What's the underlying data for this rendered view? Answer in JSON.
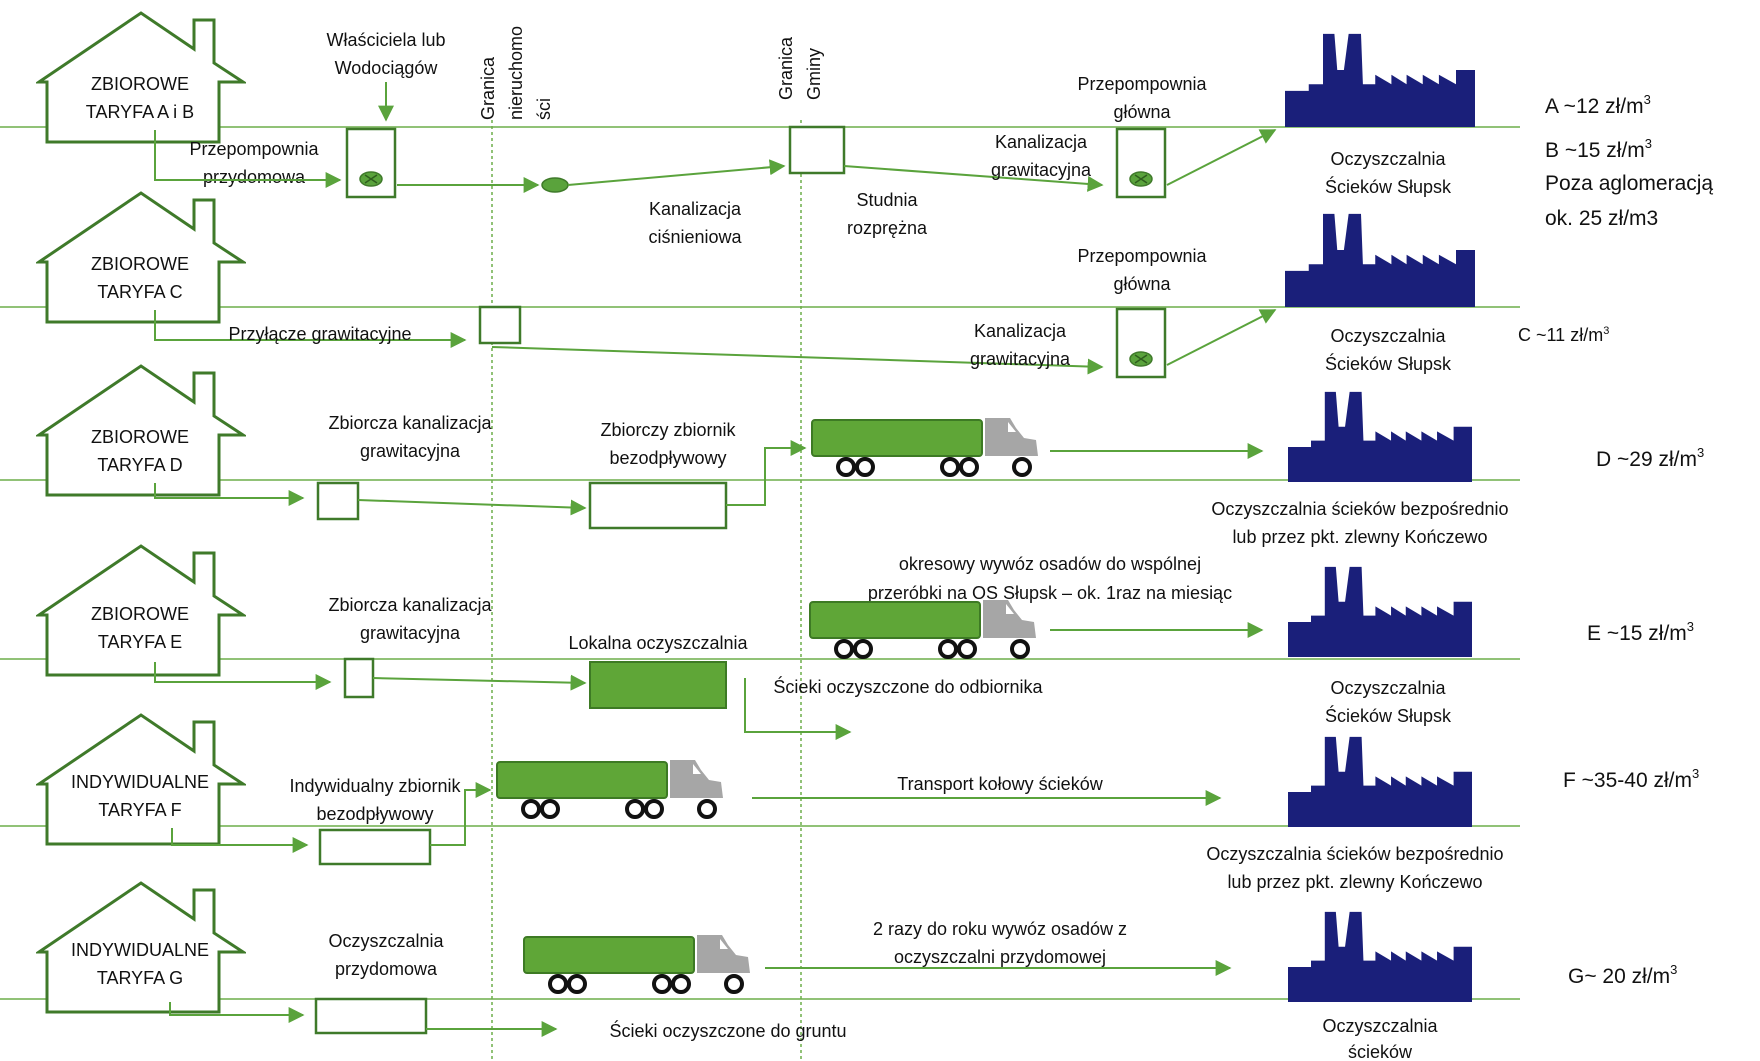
{
  "colors": {
    "green": "#5aa33c",
    "dark_green": "#3f7a2a",
    "truck_body": "#5fa637",
    "truck_cab": "#a6a6a6",
    "factory": "#1a1f7a",
    "line": "#6dad4a"
  },
  "icons": [
    "house-icon",
    "pump-station-icon",
    "truck-icon",
    "factory-icon"
  ],
  "boundaries": {
    "property": [
      "Granica",
      "nieruchomo",
      "ści"
    ],
    "municipality": [
      "Granica",
      "Gminy"
    ]
  },
  "rows": {
    "ab": {
      "house": [
        "ZBIOROWE",
        "TARYFA A i B"
      ],
      "owner_label": [
        "Właściciela lub",
        "Wodociągów"
      ],
      "home_pump": [
        "Przepompownia",
        "przydomowa"
      ],
      "pressure_sewer": [
        "Kanalizacja",
        "ciśnieniowa"
      ],
      "relief_well": [
        "Studnia",
        "rozprężna"
      ],
      "gravity_sewer": [
        "Kanalizacja",
        "grawitacyjna"
      ],
      "main_pump": [
        "Przepompownia",
        "główna"
      ],
      "plant": [
        "Oczyszczalnia",
        "Ścieków Słupsk"
      ],
      "price_a": "A ~12 zł/m",
      "price_b": "B ~15 zł/m",
      "price_outside": [
        "Poza aglomeracją",
        "ok. 25 zł/m3"
      ]
    },
    "c": {
      "house": [
        "ZBIOROWE",
        "TARYFA C"
      ],
      "connection": "Przyłącze grawitacyjne",
      "main_pump": [
        "Przepompownia",
        "główna"
      ],
      "gravity_sewer": [
        "Kanalizacja",
        "grawitacyjna"
      ],
      "plant": [
        "Oczyszczalnia",
        "Ścieków Słupsk"
      ],
      "price": "C ~11 zł/m"
    },
    "d": {
      "house": [
        "ZBIOROWE",
        "TARYFA D"
      ],
      "collective_sewer": [
        "Zbiorcza kanalizacja",
        "grawitacyjna"
      ],
      "tank": [
        "Zbiorczy zbiornik",
        "bezodpływowy"
      ],
      "plant": [
        "Oczyszczalnia ścieków bezpośrednio",
        "lub przez pkt. zlewny Kończewo"
      ],
      "price": "D ~29  zł/m"
    },
    "e": {
      "house": [
        "ZBIOROWE",
        "TARYFA E"
      ],
      "collective_sewer": [
        "Zbiorcza kanalizacja",
        "grawitacyjna"
      ],
      "local_plant": "Lokalna oczyszczalnia",
      "sludge_note": [
        "okresowy wywóz osadów do wspólnej",
        "przeróbki na OS Słupsk – ok. 1raz na miesiąc"
      ],
      "outflow": "Ścieki oczyszczone do odbiornika",
      "plant": [
        "Oczyszczalnia",
        "Ścieków Słupsk"
      ],
      "price": "E ~15  zł/m"
    },
    "f": {
      "house": [
        "INDYWIDUALNE",
        "TARYFA F"
      ],
      "tank": [
        "Indywidualny zbiornik",
        "bezodpływowy"
      ],
      "transport": "Transport kołowy ścieków",
      "plant": [
        "Oczyszczalnia ścieków bezpośrednio",
        "lub przez pkt. zlewny Kończewo"
      ],
      "price": "F ~35-40  zł/m"
    },
    "g": {
      "house": [
        "INDYWIDUALNE",
        "TARYFA G"
      ],
      "home_plant": [
        "Oczyszczalnia",
        "przydomowa"
      ],
      "sludge_note": [
        "2 razy do roku wywóz osadów z",
        "oczyszczalni przydomowej"
      ],
      "outflow": "Ścieki oczyszczone do gruntu",
      "plant": [
        "Oczyszczalnia",
        "ścieków"
      ],
      "price": "G~ 20  zł/m"
    }
  },
  "superscript": "3"
}
